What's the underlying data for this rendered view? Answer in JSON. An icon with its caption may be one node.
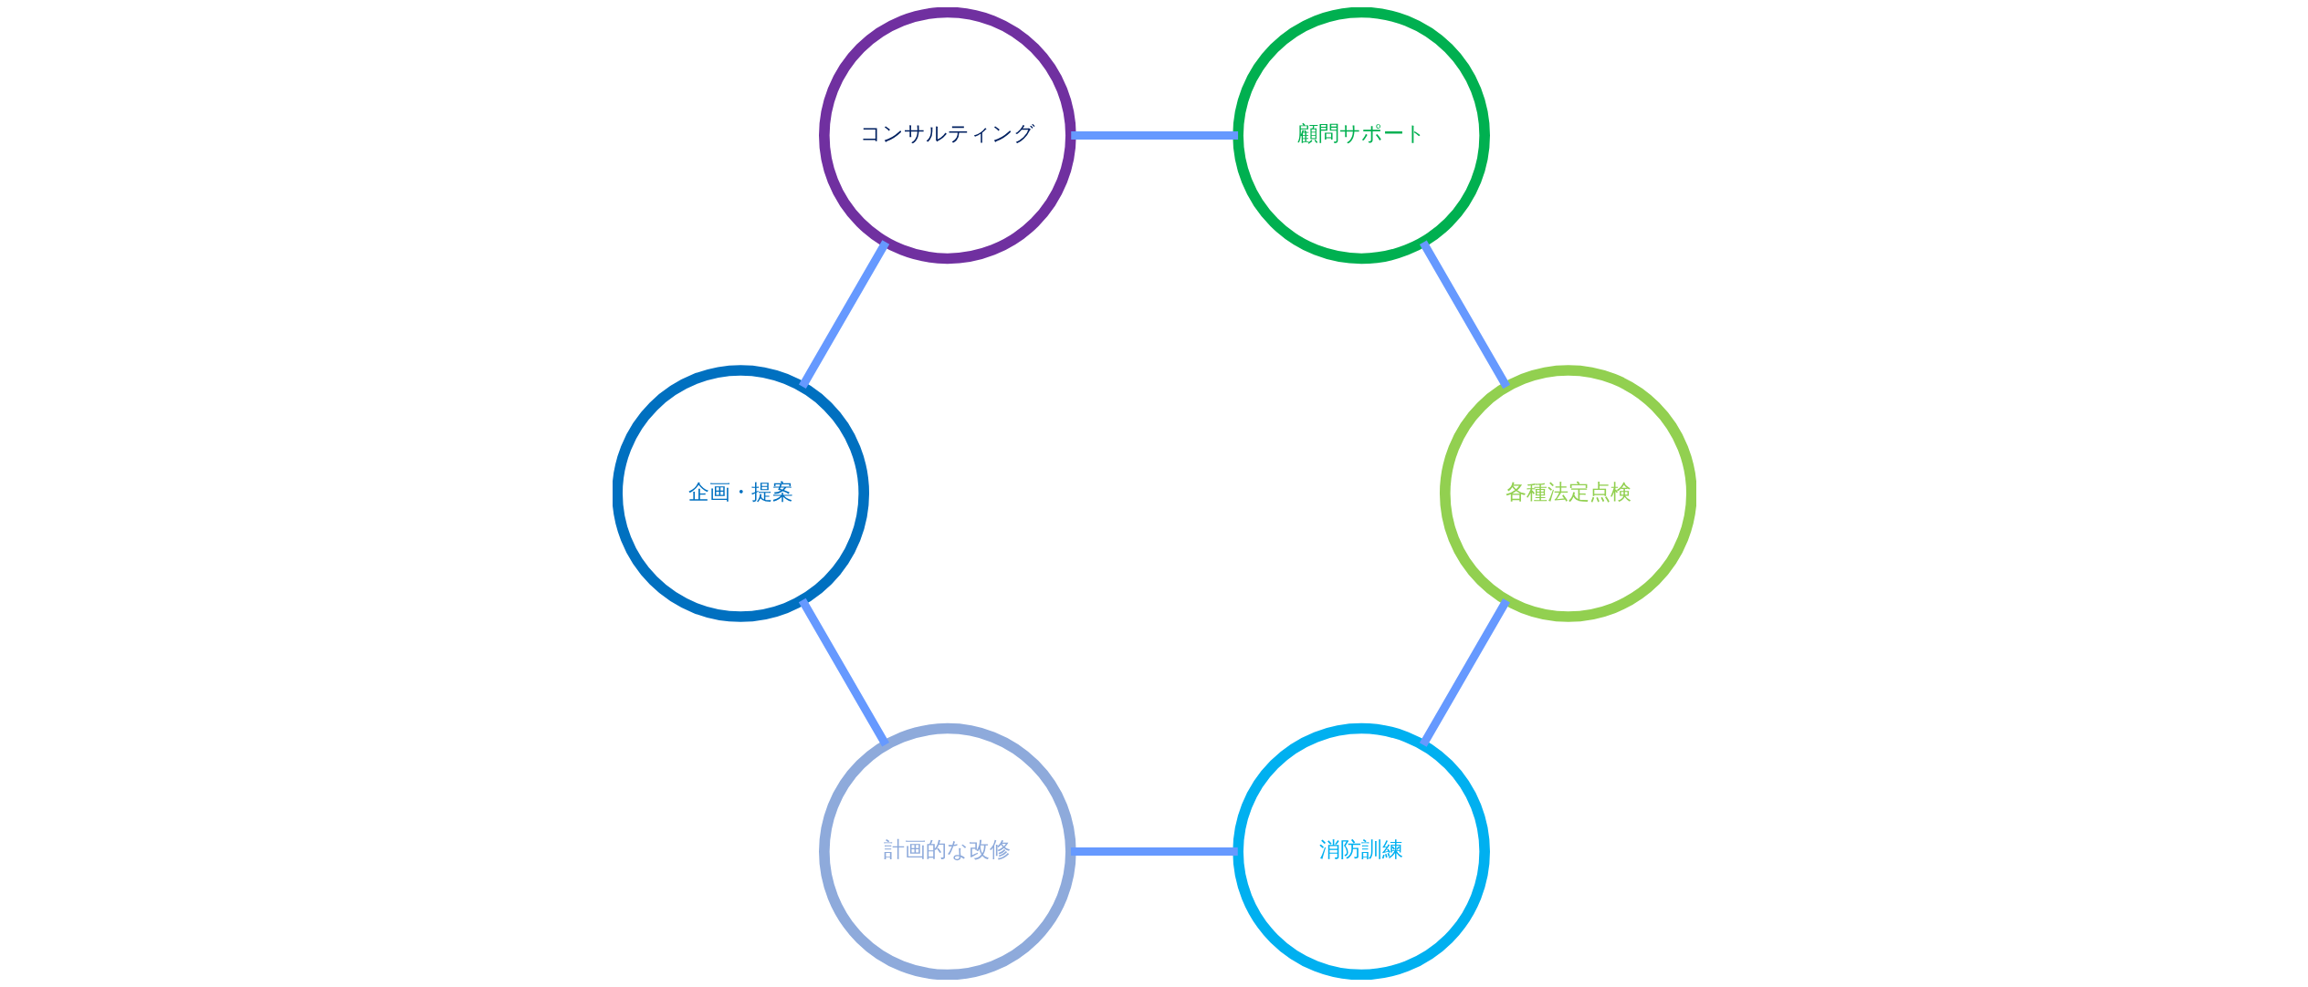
{
  "diagram": {
    "nodes": [
      {
        "text": [
          "コンサルティング"
        ]
      },
      {
        "text": [
          "顧問サポート"
        ]
      },
      {
        "text": [
          "企画・提案"
        ]
      },
      {
        "text": [
          "各種法定点検"
        ]
      },
      {
        "text": [
          "計画的な改修"
        ]
      },
      {
        "text": [
          "消防訓練"
        ]
      }
    ],
    "edges": [
      {
        "from": 2,
        "to": 0,
        "arrow": "none"
      },
      {
        "from": 0,
        "to": 1,
        "arrow": "none"
      },
      {
        "from": 1,
        "to": 3,
        "arrow": "none"
      },
      {
        "from": 3,
        "to": 5,
        "arrow": "none"
      },
      {
        "from": 5,
        "to": 4,
        "arrow": "none"
      },
      {
        "from": 4,
        "to": 2,
        "arrow": "none"
      }
    ]
  }
}
